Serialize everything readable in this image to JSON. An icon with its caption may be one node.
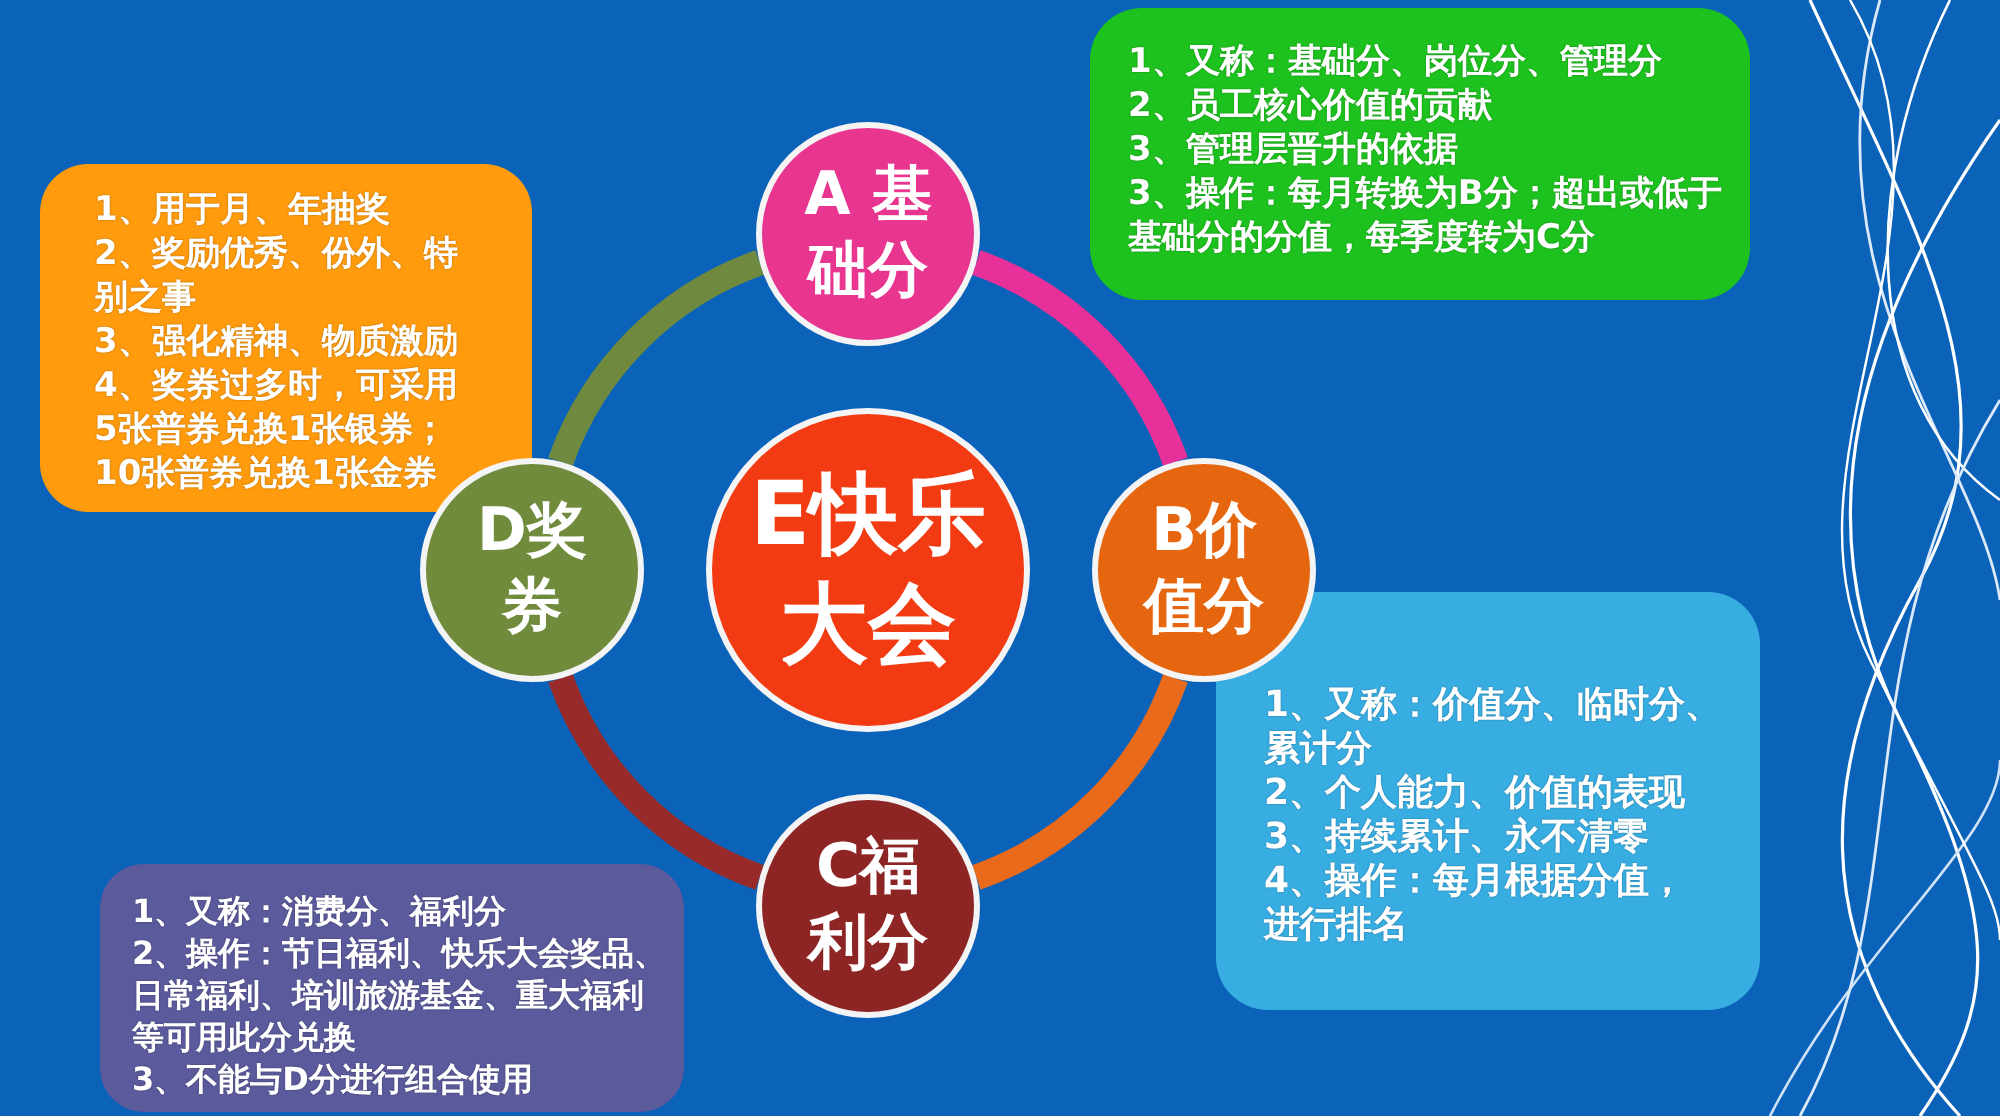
{
  "diagram": {
    "nodes": [
      {
        "text": [
          "1、又称：基础分、岗位分、管理分",
          "2、员工核心价值的贡献",
          "3、管理层晋升的依据",
          "3、操作：每月转换为B分；超出或低于基础分的分值，每季度转为C分"
        ]
      },
      {
        "text": [
          "A 基础分"
        ]
      },
      {
        "text": [
          "1、用于月、年抽奖",
          "2、奖励优秀、份外、特别之事",
          "3、强化精神、物质激励",
          "4、奖券过多时，可采用5张普券兑换1张银券；10张普券兑换1张金券"
        ]
      },
      {
        "text": [
          "D奖券"
        ]
      },
      {
        "text": [
          "E快乐大会"
        ]
      },
      {
        "text": [
          "B价值分"
        ]
      },
      {
        "text": [
          "1、又称：价值分、临时分、累计分",
          "2、个人能力、价值的表现",
          "3、持续累计、永不清零",
          "4、操作：每月根据分值，进行排名"
        ]
      },
      {
        "text": [
          "1、又称：消费分、福利分",
          "2、操作：节日福利、快乐大会奖品、日常福利、培训旅游基金、重大福利等可用此分兑换",
          "3、不能与D分进行组合使用"
        ]
      },
      {
        "text": [
          "C福利分"
        ]
      }
    ],
    "edges": [
      {
        "from": 1,
        "to": 5,
        "arrow": "none",
        "color": "#e8309a"
      },
      {
        "from": 5,
        "to": 8,
        "arrow": "none",
        "color": "#e86a1a"
      },
      {
        "from": 8,
        "to": 3,
        "arrow": "none",
        "color": "#992a2a"
      },
      {
        "from": 3,
        "to": 1,
        "arrow": "none",
        "color": "#6f8a3e"
      }
    ]
  }
}
